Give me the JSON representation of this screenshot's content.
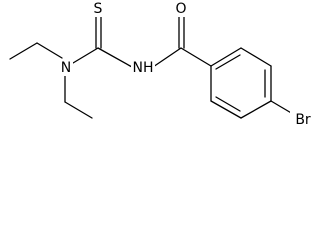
{
  "structure": {
    "atoms": {
      "sulfur": "S",
      "oxygen": "O",
      "amine_n": "N",
      "amide_nh": "NH",
      "bromine": "Br"
    }
  },
  "colors": {
    "bond": "#000000",
    "text": "#000000",
    "background": "#ffffff"
  }
}
